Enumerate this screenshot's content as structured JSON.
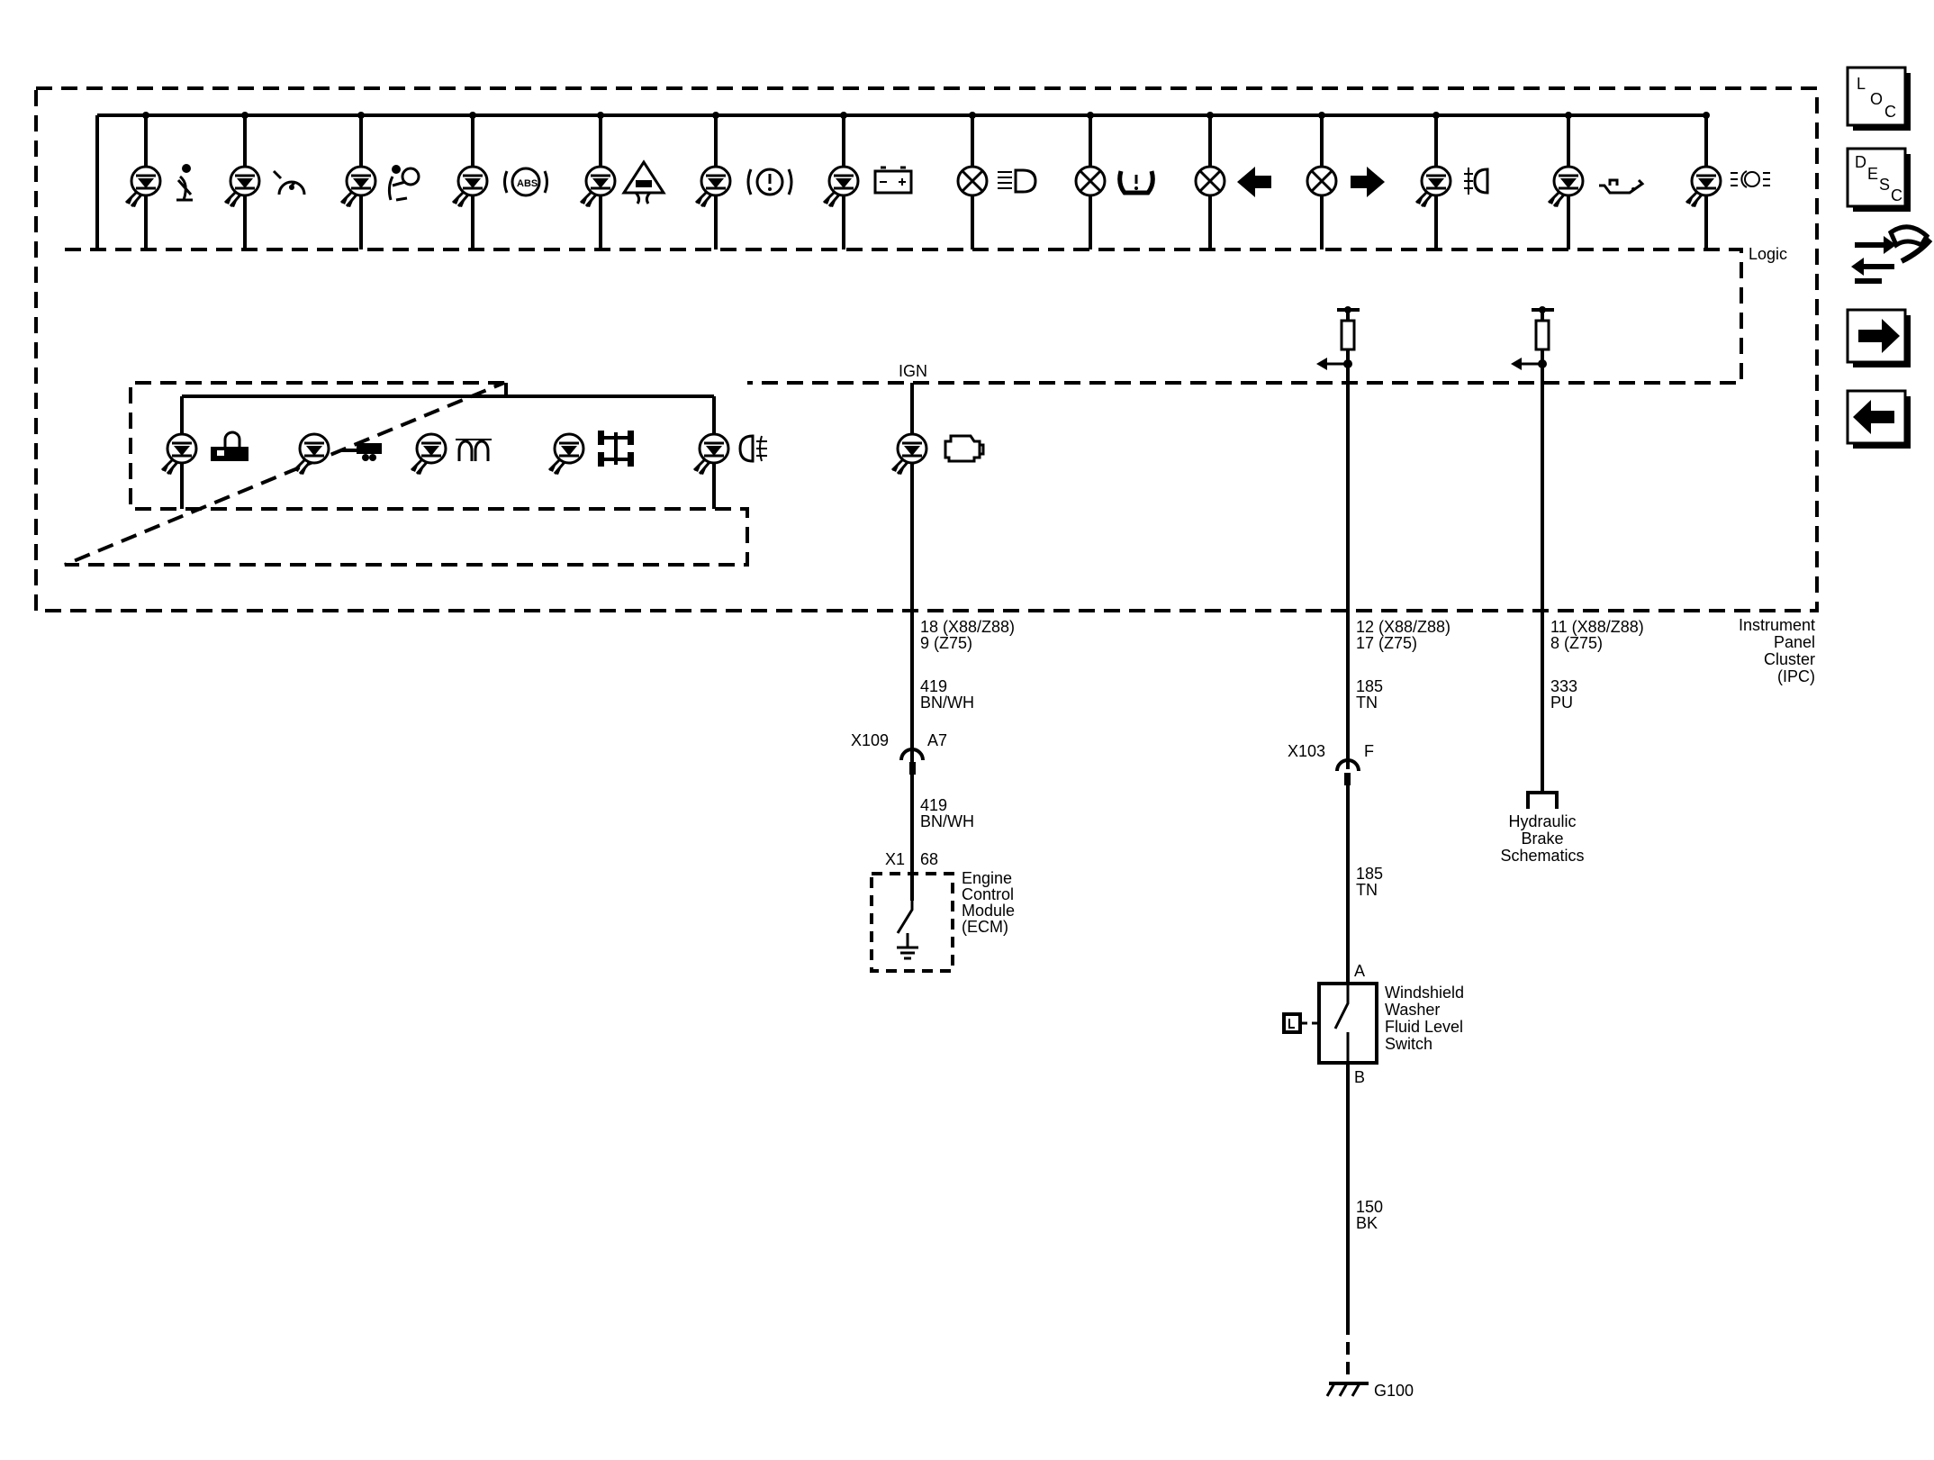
{
  "nav": {
    "loc": {
      "l1": "L",
      "l2": "O",
      "l3": "C"
    },
    "desc": {
      "l1": "D",
      "l2": "E",
      "l3": "S",
      "l4": "C"
    },
    "connector_icon": "connector-view-icon",
    "next_icon": "arrow-right-icon",
    "prev_icon": "arrow-left-icon"
  },
  "ipc": {
    "logic_label": "Logic",
    "ign_label": "IGN",
    "name_lines": [
      "Instrument",
      "Panel",
      "Cluster",
      "(IPC)"
    ],
    "top_indicators": [
      "seat-belt-indicator-icon",
      "cruise-control-indicator-icon",
      "airbag-indicator-icon",
      "abs-indicator-icon",
      "traction-control-indicator-icon",
      "brake-warning-indicator-icon",
      "charging-system-indicator-icon",
      "high-beam-indicator-icon",
      "tire-pressure-indicator-icon",
      "left-turn-indicator-icon",
      "right-turn-indicator-icon",
      "rear-fog-lamp-indicator-icon",
      "oil-pressure-indicator-icon",
      "headlamp-on-indicator-icon"
    ],
    "lower_indicators": [
      "security-indicator-icon",
      "trailer-indicator-icon",
      "glow-plug-indicator-icon",
      "four-wheel-drive-indicator-icon",
      "front-fog-lamp-indicator-icon"
    ],
    "engine_indicator": "check-engine-indicator-icon"
  },
  "circuits": {
    "ecm": {
      "ipc_pins": [
        "18 (X88/Z88)",
        "9 (Z75)"
      ],
      "wire_upper": {
        "num": "419",
        "color": "BN/WH"
      },
      "connector": "X109",
      "connector_pin": "A7",
      "wire_lower": {
        "num": "419",
        "color": "BN/WH"
      },
      "module_connector": "X1",
      "module_pin": "68",
      "module_lines": [
        "Engine",
        "Control",
        "Module",
        "(ECM)"
      ]
    },
    "washer": {
      "ipc_pins": [
        "12 (X88/Z88)",
        "17 (Z75)"
      ],
      "wire_upper": {
        "num": "185",
        "color": "TN"
      },
      "connector": "X103",
      "connector_pin": "F",
      "wire_mid": {
        "num": "185",
        "color": "TN"
      },
      "switch_pin_a": "A",
      "switch_pin_b": "B",
      "switch_lines": [
        "Windshield",
        "Washer",
        "Fluid Level",
        "Switch"
      ],
      "wire_lower": {
        "num": "150",
        "color": "BK"
      },
      "ground": "G100"
    },
    "brake": {
      "ipc_pins": [
        "11 (X88/Z88)",
        "8 (Z75)"
      ],
      "wire": {
        "num": "333",
        "color": "PU"
      },
      "ref_lines": [
        "Hydraulic",
        "Brake",
        "Schematics"
      ]
    }
  }
}
